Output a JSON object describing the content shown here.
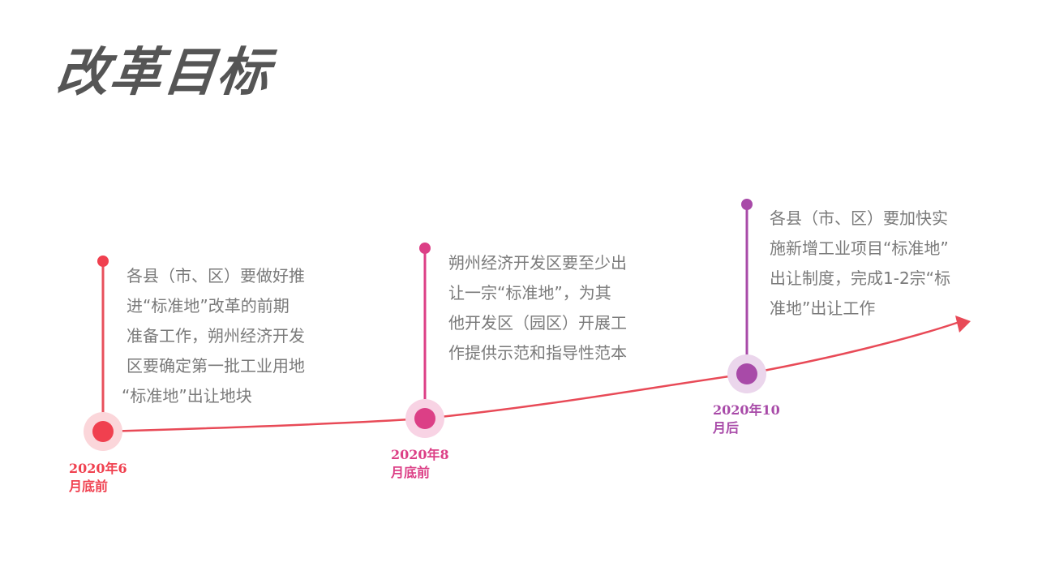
{
  "title": "改革目标",
  "colors": {
    "title": "#555555",
    "curve": "#E84A57",
    "milestone_1": "#F0404F",
    "milestone_2": "#DC3F86",
    "milestone_3": "#A84AA8",
    "body_text": "#7A7A7A"
  },
  "milestones": [
    {
      "date_line1": "2020年6",
      "date_line2": "月底前",
      "lines": [
        "各县（市、区）要做好推",
        "进“标准地”改革的前期",
        "准备工作，朔州经济开发",
        "区要确定第一批工业用地",
        "“标准地”出让地块"
      ]
    },
    {
      "date_line1": "2020年8",
      "date_line2": "月底前",
      "lines": [
        "朔州经济开发区要至少出",
        "让一宗“标准地”，为其",
        "他开发区（园区）开展工",
        "作提供示范和指导性范本"
      ]
    },
    {
      "date_line1": "2020年10",
      "date_line2": "月后",
      "lines": [
        "各县（市、区）要加快实",
        "施新增工业项目“标准地”",
        "出让制度，完成1-2宗“标",
        "准地”出让工作"
      ]
    }
  ]
}
